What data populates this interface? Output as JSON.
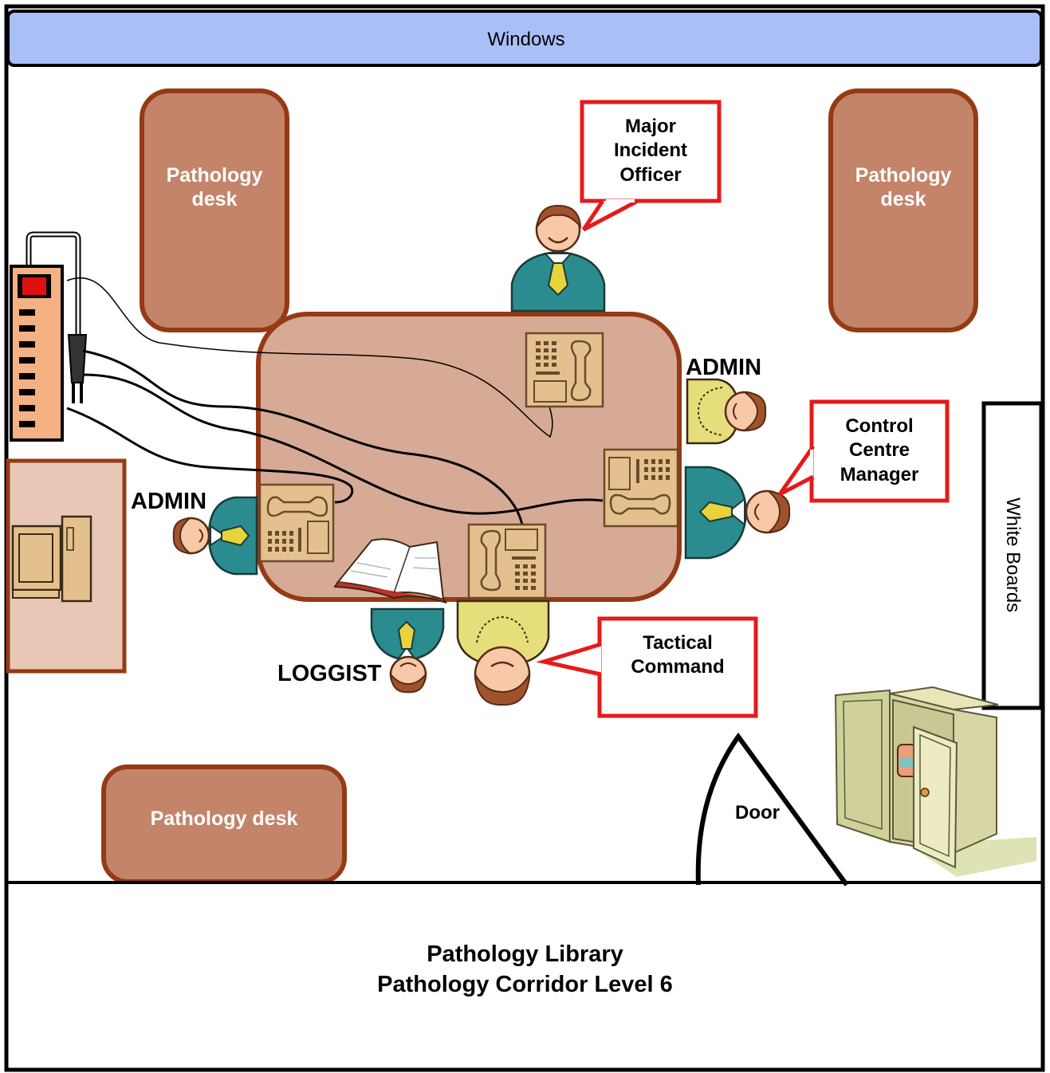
{
  "windows_label": "Windows",
  "white_boards_label": "White Boards",
  "door_label": "Door",
  "pathology_desk_top_left": "Pathology\ndesk",
  "pathology_desk_top_right": "Pathology\ndesk",
  "pathology_desk_bottom": "Pathology desk",
  "callouts": {
    "major_incident_officer": "Major\nIncident\nOfficer",
    "control_centre_manager": "Control\nCentre\nManager",
    "tactical_command": "Tactical\nCommand"
  },
  "roles": {
    "admin_right": "ADMIN",
    "admin_left": "ADMIN",
    "loggist": "LOGGIST"
  },
  "footer": {
    "line1": "Pathology Library",
    "line2": "Pathology Corridor Level 6"
  },
  "colors": {
    "window_band": "#aabff8",
    "desk_fill": "#c4846a",
    "desk_border": "#953a14",
    "table_fill": "#d7aa95",
    "callout_border": "#e51a1a",
    "teal_person": "#2a8c8e",
    "yellow_person": "#e6de7a"
  },
  "icons": [
    "power-strip-icon",
    "computer-icon",
    "telephone-icon",
    "open-book-icon",
    "person-icon",
    "cabinet-icon"
  ]
}
